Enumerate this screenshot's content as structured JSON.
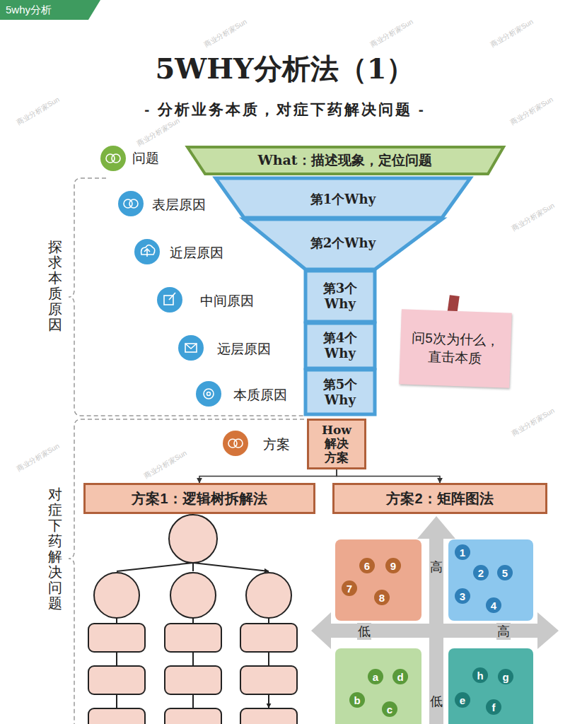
{
  "diagram": {
    "title": "5WHY分析法（1）",
    "caption": "- 分析业务本质，对症下药解决问题 -",
    "nodes": [
      {
        "text": [
          "5why分析"
        ]
      },
      {
        "text": [
          "What：描述现象，定位问题"
        ]
      },
      {
        "text": [
          "第1个Why"
        ]
      },
      {
        "text": [
          "第2个Why"
        ]
      },
      {
        "text": [
          "第3个 Why"
        ]
      },
      {
        "text": [
          "第4个 Why"
        ]
      },
      {
        "text": [
          "第5个 Why"
        ]
      },
      {
        "text": [
          "问5次为什么，直击本质"
        ]
      },
      {
        "text": [
          "How 解决 方案"
        ]
      },
      {
        "text": [
          "方案1：逻辑树拆解法"
        ]
      },
      {
        "text": [
          "方案2：矩阵图法"
        ]
      },
      {
        "text": [
          "6"
        ]
      },
      {
        "text": [
          "9"
        ]
      },
      {
        "text": [
          "7"
        ]
      },
      {
        "text": [
          "8"
        ]
      },
      {
        "text": [
          "1"
        ]
      },
      {
        "text": [
          "2"
        ]
      },
      {
        "text": [
          "5"
        ]
      },
      {
        "text": [
          "3"
        ]
      },
      {
        "text": [
          "4"
        ]
      },
      {
        "text": [
          "a"
        ]
      },
      {
        "text": [
          "d"
        ]
      },
      {
        "text": [
          "b"
        ]
      },
      {
        "text": [
          "c"
        ]
      },
      {
        "text": [
          "h"
        ]
      },
      {
        "text": [
          "g"
        ]
      },
      {
        "text": [
          "e"
        ]
      },
      {
        "text": [
          "f"
        ]
      }
    ],
    "edges": [
      {
        "from": 8,
        "to": 9,
        "arrow": "to"
      },
      {
        "from": 8,
        "to": 10,
        "arrow": "to"
      }
    ],
    "labels": [
      "问题",
      "表层原因",
      "近层原因",
      "中间原因",
      "远层原因",
      "本质原因",
      "方案",
      "探求本质原因",
      "对症下药解决问题",
      "高",
      "低",
      "高",
      "低",
      "商业分析家Sun",
      "商业分析家Sun",
      "商业分析家Sun",
      "商业分析家Sun",
      "商业分析家Sun",
      "商业分析家Sun",
      "商业分析家Sun",
      "商业分析家Sun",
      "商业分析家Sun",
      "商业分析家Sun"
    ]
  }
}
